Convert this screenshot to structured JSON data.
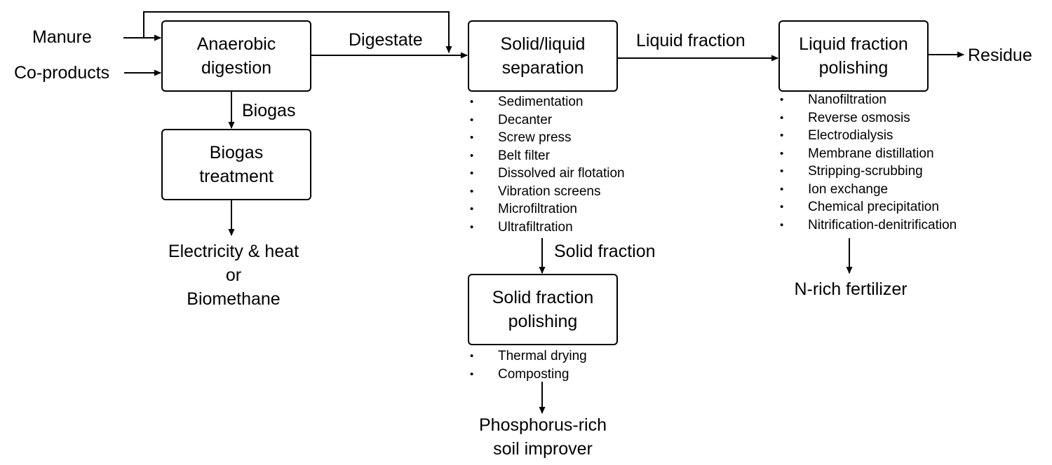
{
  "inputs": {
    "manure": "Manure",
    "co_products": "Co-products"
  },
  "boxes": {
    "anaerobic_digestion": [
      "Anaerobic",
      "digestion"
    ],
    "biogas_treatment": [
      "Biogas",
      "treatment"
    ],
    "solid_liquid_separation": [
      "Solid/liquid",
      "separation"
    ],
    "liquid_fraction_polishing": [
      "Liquid fraction",
      "polishing"
    ],
    "solid_fraction_polishing": [
      "Solid fraction",
      "polishing"
    ]
  },
  "flow_labels": {
    "digestate": "Digestate",
    "biogas": "Biogas",
    "liquid_fraction": "Liquid fraction",
    "solid_fraction": "Solid fraction",
    "residue": "Residue"
  },
  "outputs": {
    "energy": [
      "Electricity & heat",
      "or",
      "Biomethane"
    ],
    "n_fertilizer": [
      "N-rich fertilizer"
    ],
    "p_soil_improver": [
      "Phosphorus-rich",
      "soil improver"
    ]
  },
  "separation_methods": [
    "Sedimentation",
    "Decanter",
    "Screw press",
    "Belt filter",
    "Dissolved air flotation",
    "Vibration screens",
    "Microfiltration",
    "Ultrafiltration"
  ],
  "liquid_polishing_methods": [
    "Nanofiltration",
    "Reverse osmosis",
    "Electrodialysis",
    "Membrane distillation",
    "Stripping-scrubbing",
    "Ion exchange",
    "Chemical precipitation",
    "Nitrification-denitrification"
  ],
  "solid_polishing_methods": [
    "Thermal drying",
    "Composting"
  ]
}
